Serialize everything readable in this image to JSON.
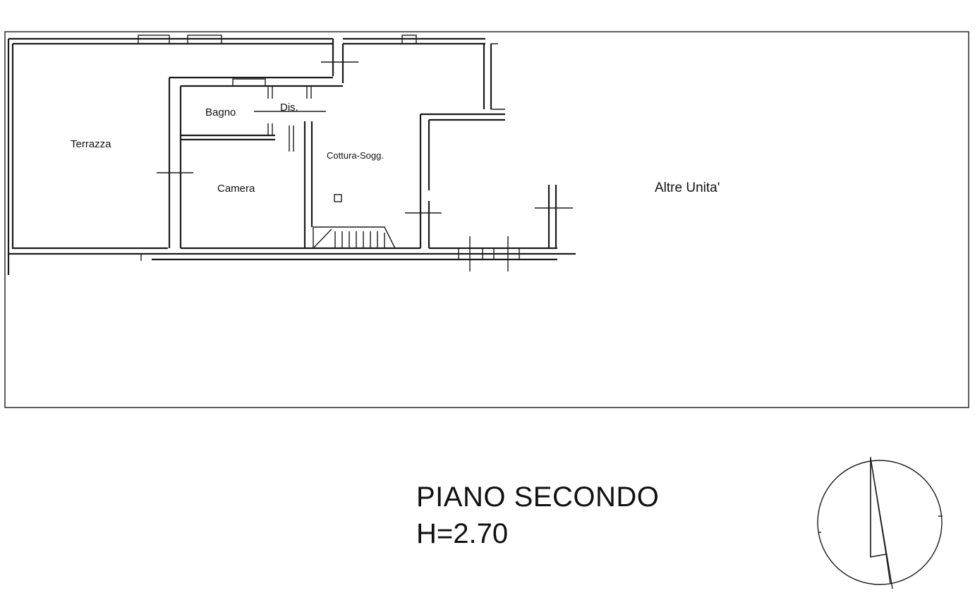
{
  "rooms": {
    "terrazza": "Terrazza",
    "bagno": "Bagno",
    "dis": "Dis.",
    "camera": "Camera",
    "cottura_sogg": "Cottura-Sogg.",
    "altre_unita": "Altre Unita'"
  },
  "title": {
    "floor": "PIANO SECONDO",
    "height": "H=2.70"
  },
  "compass": {
    "icon": "north-arrow-icon"
  }
}
